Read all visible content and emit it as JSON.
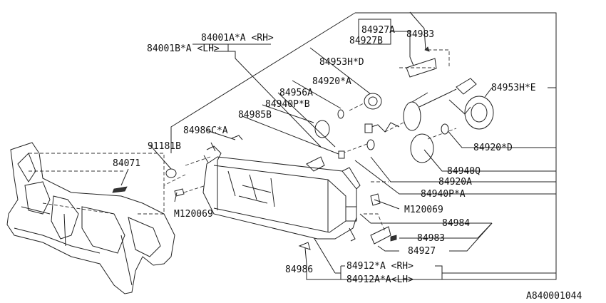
{
  "diagram_id": "A840001044",
  "callouts": {
    "p84001AA": "84001A*A <RH>",
    "p84001BA": "84001B*A <LH>",
    "p84927A": "84927A",
    "p84927B": "84927B",
    "p84983_top": "84983",
    "p84953HD": "84953H*D",
    "p84920AA": "84920*A",
    "p84956A": "84956A",
    "p84940PB": "84940P*B",
    "p84985B": "84985B",
    "p84986CA": "84986C*A",
    "p91181B": "91181B",
    "p84071": "84071",
    "pM120069_left": "M120069",
    "p84953HE": "84953H*E",
    "p84920D": "84920*D",
    "p84940Q": "84940Q",
    "p84920A": "84920A",
    "p84940PA": "84940P*A",
    "pM120069_right": "M120069",
    "p84984": "84984",
    "p84983_bottom": "84983",
    "p84927": "84927",
    "p84986": "84986",
    "p84912A_RH": "84912*A <RH>",
    "p84912AA_LH": "84912A*A<LH>"
  }
}
